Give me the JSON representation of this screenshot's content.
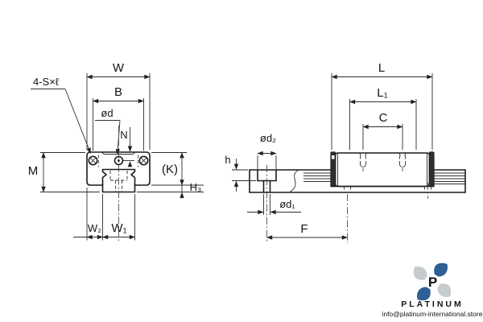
{
  "drawing": {
    "front_view": {
      "dims": {
        "w": "W",
        "b": "B",
        "od": "ød",
        "n": "N",
        "screw_note": "4-S×ℓ",
        "m": "M",
        "k": "(K)",
        "h3": "H₃",
        "w2": "W₂",
        "w1": "W₁"
      }
    },
    "side_view": {
      "dims": {
        "l": "L",
        "l1": "L₁",
        "c": "C",
        "od2": "ød₂",
        "h": "h",
        "od1": "ød₁",
        "f": "F"
      }
    }
  },
  "branding": {
    "name": "PLATINUM",
    "email": "info@platinum-international.store",
    "blue": "#2d6096",
    "gray": "#c6cbce",
    "text_blue": "#2c66a4",
    "text_dark": "#1d1d1d"
  }
}
